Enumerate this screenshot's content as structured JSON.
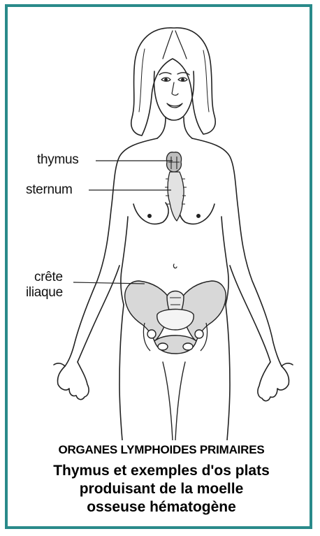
{
  "labels": {
    "thymus": "thymus",
    "sternum": "sternum",
    "crete_line1": "crête",
    "crete_line2": "iliaque"
  },
  "caption": {
    "heading": "ORGANES LYMPHOIDES PRIMAIRES",
    "line1": "Thymus et exemples d'os plats",
    "line2": "produisant de la moelle",
    "line3": "osseuse hématogène"
  },
  "colors": {
    "frame": "#2a8a8a",
    "ink": "#222222",
    "bone_fill": "#d8d8d8"
  }
}
